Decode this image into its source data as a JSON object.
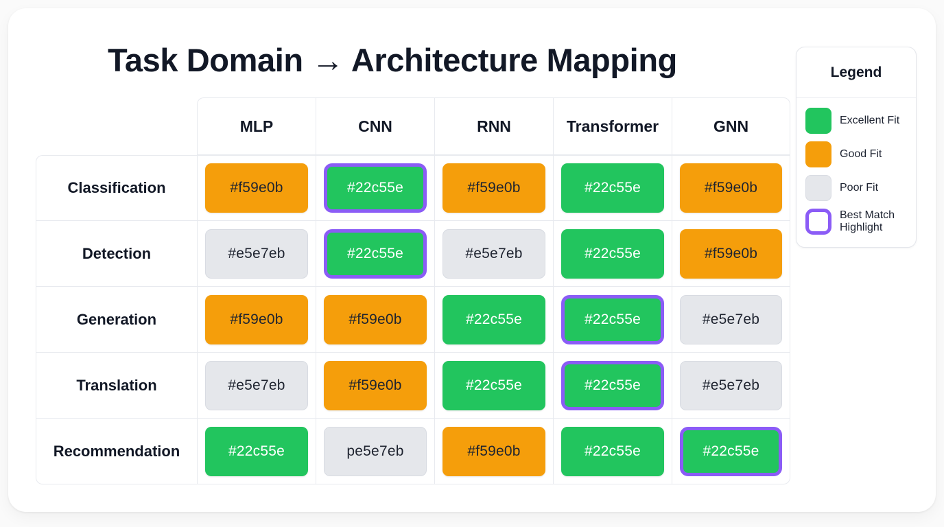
{
  "page": {
    "title": "Task Domain → Architecture Mapping",
    "background": "#fafafa",
    "card_background": "#ffffff"
  },
  "colors": {
    "excellent": "#22c55e",
    "good": "#f59e0b",
    "poor": "#e5e7eb",
    "best_match_border": "#8b5cf6",
    "text_on_excellent": "#ffffff",
    "text_on_good": "#1f2430",
    "text_on_poor": "#1f2430",
    "grid_line": "#e8eaef",
    "heading_text": "#121826"
  },
  "legend": {
    "title": "Legend",
    "items": [
      {
        "label": "Excellent Fit",
        "swatch": "#22c55e",
        "type": "fill",
        "icon": "green-square-icon"
      },
      {
        "label": "Good Fit",
        "swatch": "#f59e0b",
        "type": "fill",
        "icon": "orange-square-icon"
      },
      {
        "label": "Poor Fit",
        "swatch": "#e5e7eb",
        "type": "fill",
        "icon": "gray-square-icon"
      },
      {
        "label": "Best Match Highlight",
        "swatch": "#8b5cf6",
        "type": "outline",
        "icon": "purple-outline-square-icon"
      }
    ]
  },
  "chart_data": {
    "type": "heatmap",
    "title": "Task Domain → Architecture Mapping",
    "xlabel": "",
    "ylabel": "",
    "grid": true,
    "legend_position": "right",
    "columns": [
      "MLP",
      "CNN",
      "RNN",
      "Transformer",
      "GNN"
    ],
    "rows": [
      "Classification",
      "Detection",
      "Generation",
      "Translation",
      "Recommendation"
    ],
    "value_scale": {
      "#22c55e": "Excellent Fit",
      "#f59e0b": "Good Fit",
      "#e5e7eb": "Poor Fit"
    },
    "cells": [
      [
        {
          "text": "#f59e0b",
          "fill": "#f59e0b",
          "fit": "Good Fit",
          "best": false
        },
        {
          "text": "#22c55e",
          "fill": "#22c55e",
          "fit": "Excellent Fit",
          "best": true
        },
        {
          "text": "#f59e0b",
          "fill": "#f59e0b",
          "fit": "Good Fit",
          "best": false
        },
        {
          "text": "#22c55e",
          "fill": "#22c55e",
          "fit": "Excellent Fit",
          "best": false
        },
        {
          "text": "#f59e0b",
          "fill": "#f59e0b",
          "fit": "Good Fit",
          "best": false
        }
      ],
      [
        {
          "text": "#e5e7eb",
          "fill": "#e5e7eb",
          "fit": "Poor Fit",
          "best": false
        },
        {
          "text": "#22c55e",
          "fill": "#22c55e",
          "fit": "Excellent Fit",
          "best": true
        },
        {
          "text": "#e5e7eb",
          "fill": "#e5e7eb",
          "fit": "Poor Fit",
          "best": false
        },
        {
          "text": "#22c55e",
          "fill": "#22c55e",
          "fit": "Excellent Fit",
          "best": false
        },
        {
          "text": "#f59e0b",
          "fill": "#f59e0b",
          "fit": "Good Fit",
          "best": false
        }
      ],
      [
        {
          "text": "#f59e0b",
          "fill": "#f59e0b",
          "fit": "Good Fit",
          "best": false
        },
        {
          "text": "#f59e0b",
          "fill": "#f59e0b",
          "fit": "Good Fit",
          "best": false
        },
        {
          "text": "#22c55e",
          "fill": "#22c55e",
          "fit": "Excellent Fit",
          "best": false
        },
        {
          "text": "#22c55e",
          "fill": "#22c55e",
          "fit": "Excellent Fit",
          "best": true
        },
        {
          "text": "#e5e7eb",
          "fill": "#e5e7eb",
          "fit": "Poor Fit",
          "best": false
        }
      ],
      [
        {
          "text": "#e5e7eb",
          "fill": "#e5e7eb",
          "fit": "Poor Fit",
          "best": false
        },
        {
          "text": "#f59e0b",
          "fill": "#f59e0b",
          "fit": "Good Fit",
          "best": false
        },
        {
          "text": "#22c55e",
          "fill": "#22c55e",
          "fit": "Excellent Fit",
          "best": false
        },
        {
          "text": "#22c55e",
          "fill": "#22c55e",
          "fit": "Excellent Fit",
          "best": true
        },
        {
          "text": "#e5e7eb",
          "fill": "#e5e7eb",
          "fit": "Poor Fit",
          "best": false
        }
      ],
      [
        {
          "text": "#22c55e",
          "fill": "#22c55e",
          "fit": "Excellent Fit",
          "best": false
        },
        {
          "text": "pe5e7eb",
          "fill": "#e5e7eb",
          "fit": "Poor Fit",
          "best": false
        },
        {
          "text": "#f59e0b",
          "fill": "#f59e0b",
          "fit": "Good Fit",
          "best": false
        },
        {
          "text": "#22c55e",
          "fill": "#22c55e",
          "fit": "Excellent Fit",
          "best": false
        },
        {
          "text": "#22c55e",
          "fill": "#22c55e",
          "fit": "Excellent Fit",
          "best": true
        }
      ]
    ]
  }
}
